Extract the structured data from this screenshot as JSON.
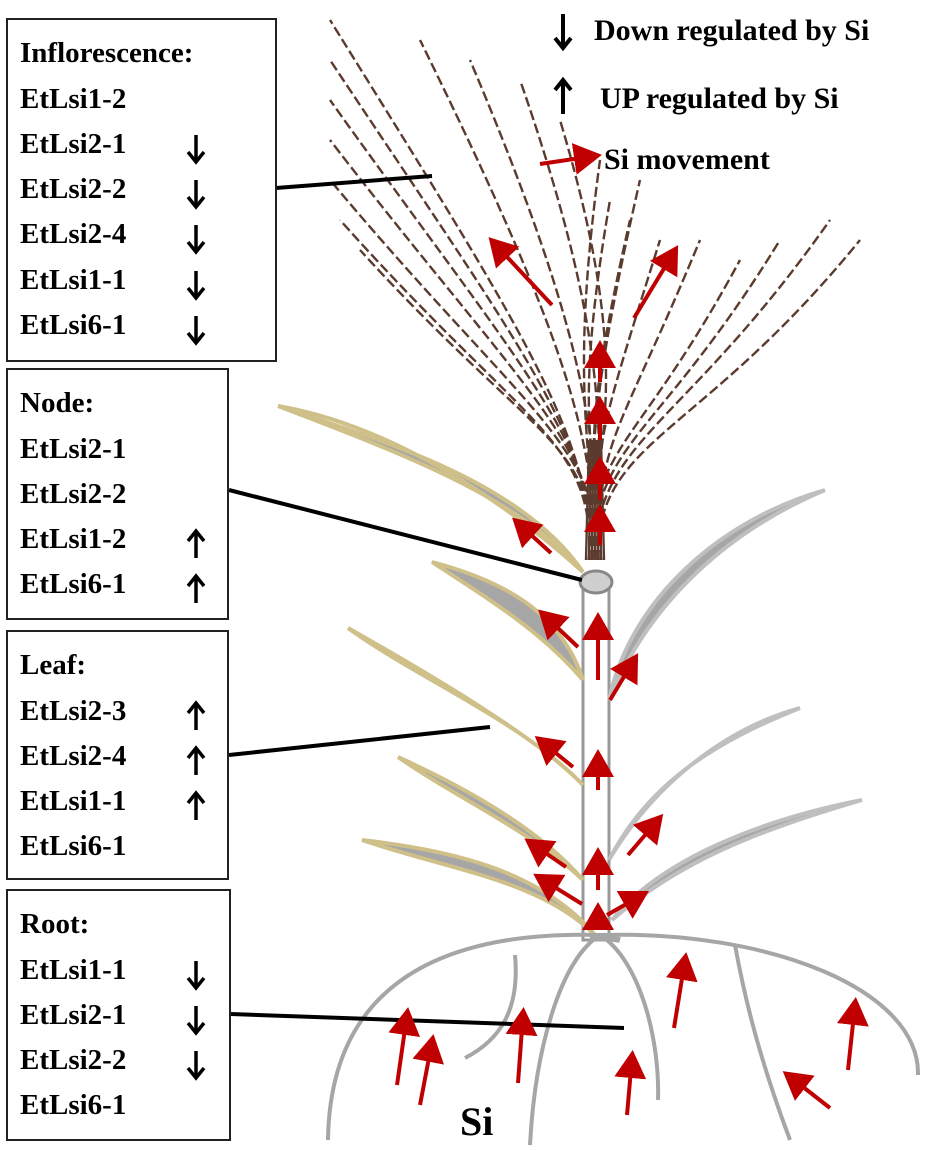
{
  "legend": {
    "down_label": "Down regulated by Si",
    "up_label": "UP regulated by Si",
    "movement_label": "Si movement"
  },
  "colors": {
    "movement_arrow": "#c00000",
    "leaf_fill": "#a6a6a6",
    "leaf_edge": "#cfc08a",
    "inflorescence": "#5a3b2e",
    "stem": "#999999"
  },
  "panels": {
    "inflorescence": {
      "title": "Inflorescence:",
      "genes": [
        {
          "name": "EtLsi1-2",
          "regulation": "none"
        },
        {
          "name": "EtLsi2-1",
          "regulation": "down"
        },
        {
          "name": "EtLsi2-2",
          "regulation": "down"
        },
        {
          "name": "EtLsi2-4",
          "regulation": "down"
        },
        {
          "name": "EtLsi1-1",
          "regulation": "down"
        },
        {
          "name": "EtLsi6-1",
          "regulation": "down"
        }
      ]
    },
    "node": {
      "title": "Node:",
      "genes": [
        {
          "name": "EtLsi2-1",
          "regulation": "none"
        },
        {
          "name": "EtLsi2-2",
          "regulation": "none"
        },
        {
          "name": "EtLsi1-2",
          "regulation": "up"
        },
        {
          "name": "EtLsi6-1",
          "regulation": "up"
        }
      ]
    },
    "leaf": {
      "title": "Leaf:",
      "genes": [
        {
          "name": "EtLsi2-3",
          "regulation": "up"
        },
        {
          "name": "EtLsi2-4",
          "regulation": "up"
        },
        {
          "name": "EtLsi1-1",
          "regulation": "up"
        },
        {
          "name": "EtLsi6-1",
          "regulation": "none"
        }
      ]
    },
    "root": {
      "title": "Root:",
      "genes": [
        {
          "name": "EtLsi1-1",
          "regulation": "down"
        },
        {
          "name": "EtLsi2-1",
          "regulation": "down"
        },
        {
          "name": "EtLsi2-2",
          "regulation": "down"
        },
        {
          "name": "EtLsi6-1",
          "regulation": "none"
        }
      ]
    }
  },
  "soil_label": "Si"
}
